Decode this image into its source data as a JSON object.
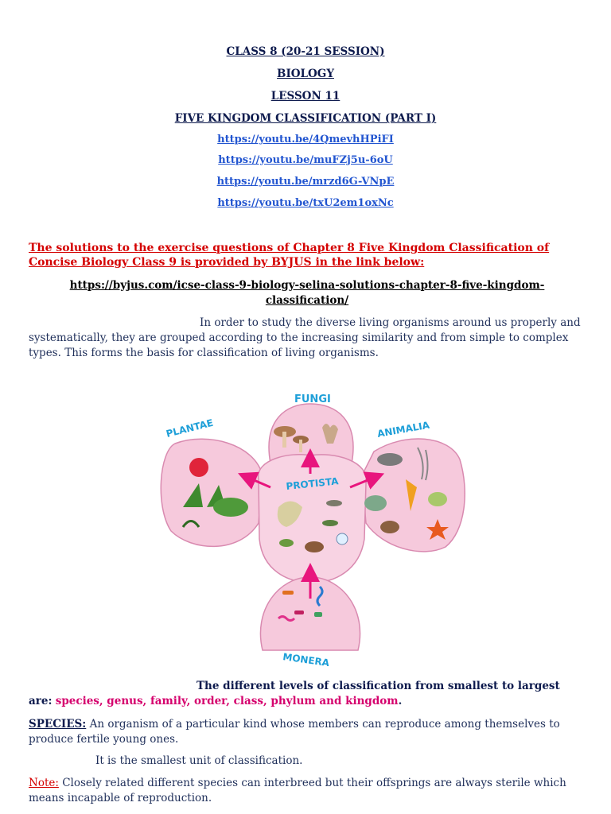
{
  "header": {
    "class_line": "CLASS 8 (20-21 SESSION)",
    "subject": "BIOLOGY",
    "lesson": "LESSON 11",
    "topic": "FIVE KINGDOM CLASSIFICATION (PART I)"
  },
  "video_links": [
    "https://youtu.be/4QmevhHPiFI",
    "https://youtu.be/muFZj5u-6oU",
    "https://youtu.be/mrzd6G-VNpE",
    "https://youtu.be/txU2em1oxNc"
  ],
  "solutions_note": "The solutions to the exercise questions of Chapter 8 Five Kingdom Classification of Concise Biology Class 9 is provided by BYJUS in the link below:",
  "byjus_link": "https://byjus.com/icse-class-9-biology-selina-solutions-chapter-8-five-kingdom-classification/",
  "intro_paragraph": "In order to study the diverse living organisms around us properly and systematically, they are grouped according to the increasing similarity and from simple to complex types. This forms the basis for classification of living organisms.",
  "diagram": {
    "labels": {
      "fungi": "FUNGI",
      "plantae": "PLANTAE",
      "animalia": "ANIMALIA",
      "protista": "PROTISTA",
      "monera": "MONERA"
    },
    "colors": {
      "lobe_fill": "#f6c9dc",
      "lobe_stroke": "#d98ab0",
      "arrow": "#e8157d",
      "label": "#1e9fd8"
    }
  },
  "levels": {
    "intro": "The different levels of classification from smallest to largest",
    "are_label": "are:",
    "list": "species, genus, family, order, class, phylum and kingdom",
    "period": "."
  },
  "species": {
    "heading": "SPECIES:",
    "definition": "An organism of a particular kind whose members can reproduce among themselves to produce fertile young ones.",
    "smallest_unit": "It is the smallest unit of classification."
  },
  "note": {
    "label": "Note:",
    "text": "Closely related different species can interbreed but their offsprings are always sterile which means incapable of reproduction."
  }
}
